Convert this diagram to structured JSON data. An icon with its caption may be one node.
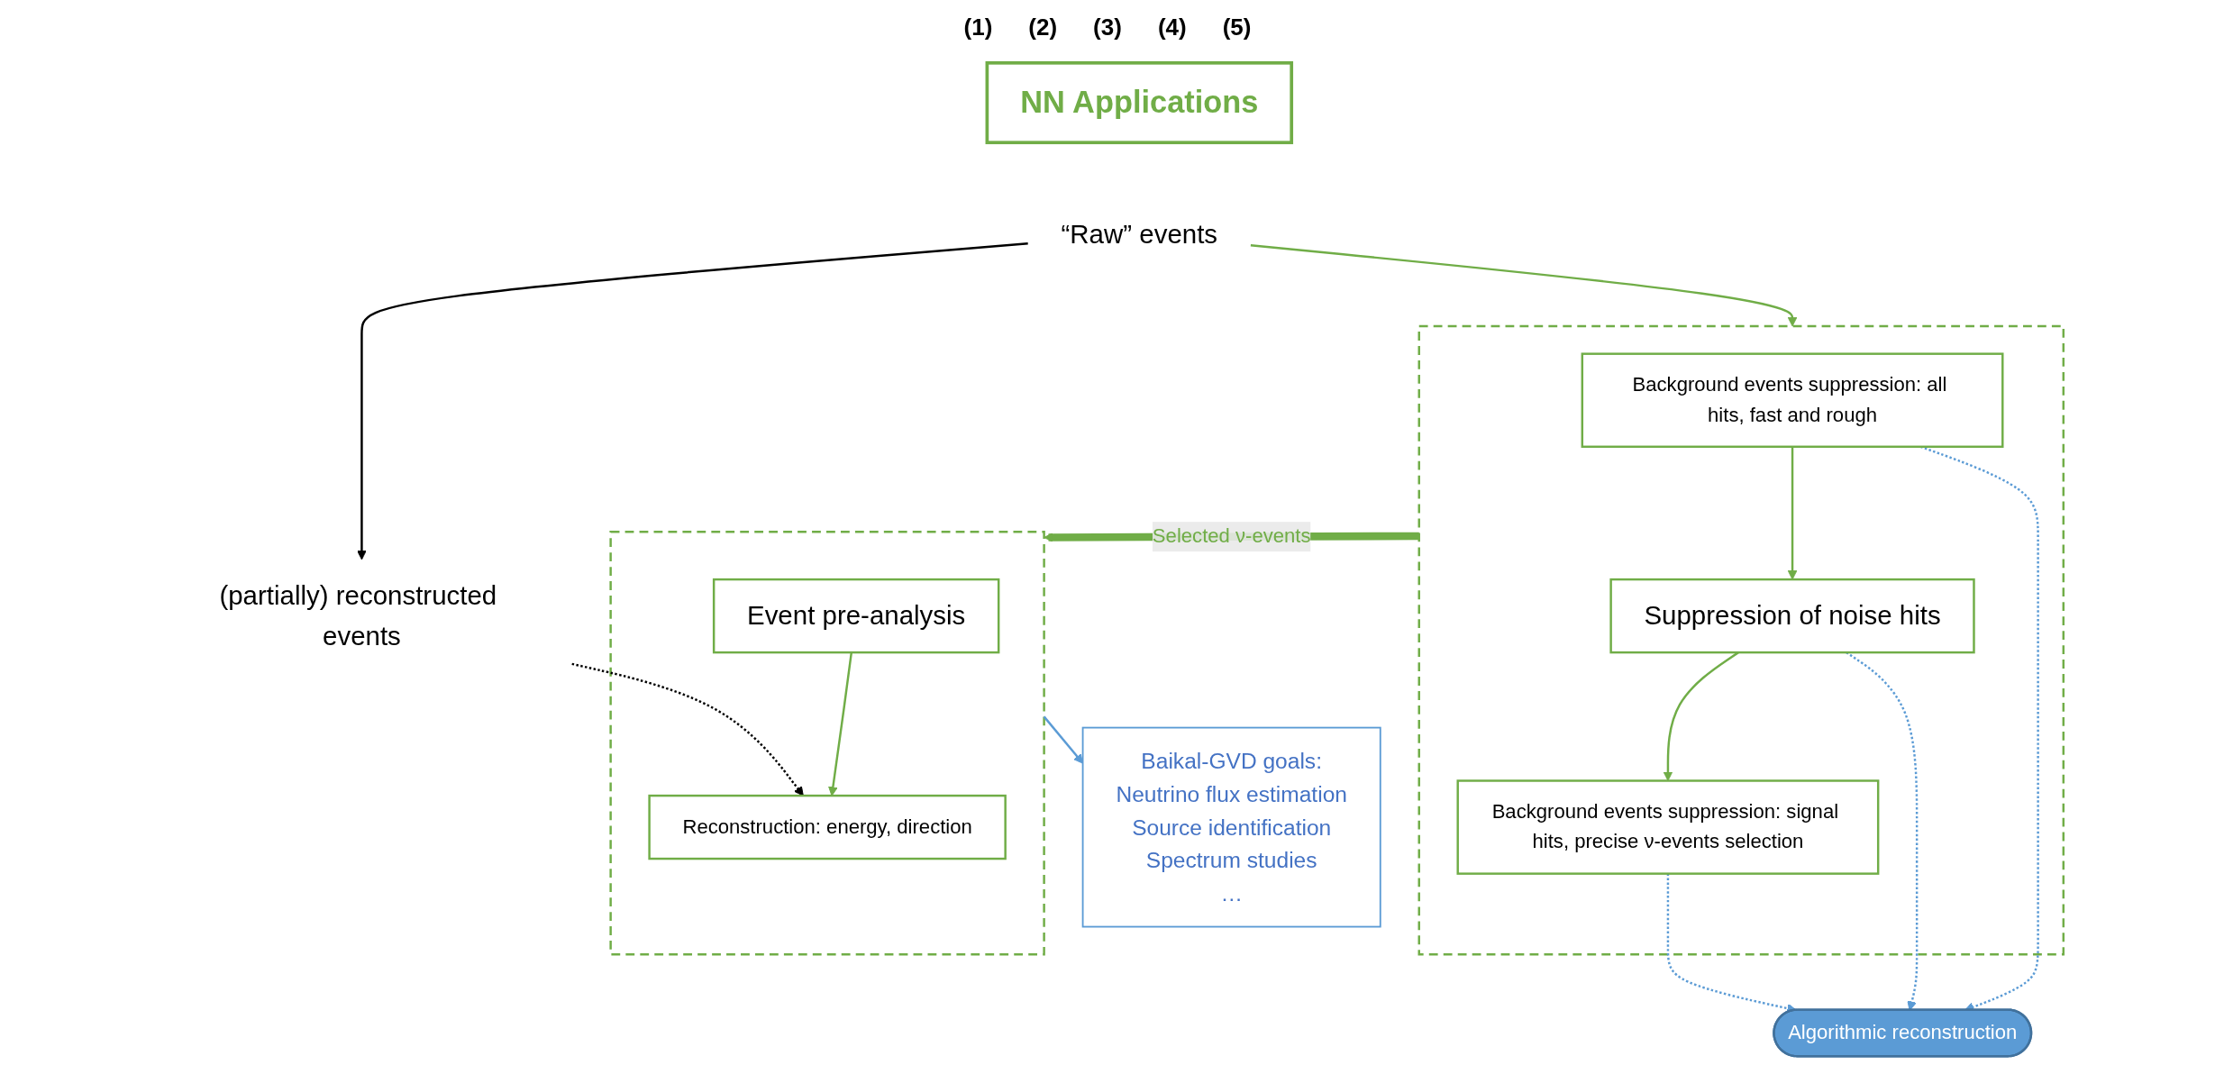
{
  "diagram": {
    "nodes": [
      {
        "text": [
          "NN Applications"
        ]
      },
      {
        "text": [
          "“Raw” events"
        ]
      },
      {
        "text": [],
        "shape": "box"
      },
      {
        "text": [
          "Background events suppression: all hits, fast and rough"
        ],
        "in": 2
      },
      {
        "text": [
          "Suppression of noise hits"
        ],
        "in": 2
      },
      {
        "text": [
          "Background events suppression: signal hits, precise ν-events selection"
        ],
        "in": 2
      },
      {
        "text": [
          "Algorithmic reconstruction"
        ]
      },
      {
        "text": [
          "(partially) reconstructed events"
        ]
      },
      {
        "text": [],
        "shape": "box"
      },
      {
        "text": [
          "Event pre-analysis"
        ],
        "in": 8
      },
      {
        "text": [
          "Reconstruction: energy, direction"
        ],
        "in": 8
      },
      {
        "text": [
          "Baikal-GVD goals:",
          "Neutrino flux estimation",
          "Source identification",
          "Spectrum studies",
          "…"
        ]
      }
    ],
    "edges": [
      {
        "from": 1,
        "to": 2,
        "arrow": "to"
      },
      {
        "from": 1,
        "to": 7,
        "arrow": "to",
        "color": "#000000"
      },
      {
        "from": 3,
        "to": 4,
        "arrow": "to"
      },
      {
        "from": 4,
        "to": 5,
        "arrow": "to"
      },
      {
        "from": 3,
        "to": 6,
        "arrow": "to",
        "style": "dashed",
        "color": "#5b9bd5"
      },
      {
        "from": 4,
        "to": 6,
        "arrow": "to",
        "style": "dashed",
        "color": "#5b9bd5"
      },
      {
        "from": 5,
        "to": 6,
        "arrow": "to",
        "style": "dashed",
        "color": "#5b9bd5"
      },
      {
        "from": 2,
        "to": 8,
        "arrow": "to",
        "style": "thick",
        "label": "Selected ν-events"
      },
      {
        "from": 9,
        "to": 10,
        "arrow": "to"
      },
      {
        "from": 7,
        "to": 10,
        "arrow": "to",
        "style": "dashed",
        "color": "#000000"
      },
      {
        "from": 8,
        "to": 11,
        "arrow": "to",
        "color": "#5b9bd5"
      }
    ],
    "labels": [
      "(1)",
      "(2)",
      "(3)",
      "(4)",
      "(5)"
    ]
  }
}
